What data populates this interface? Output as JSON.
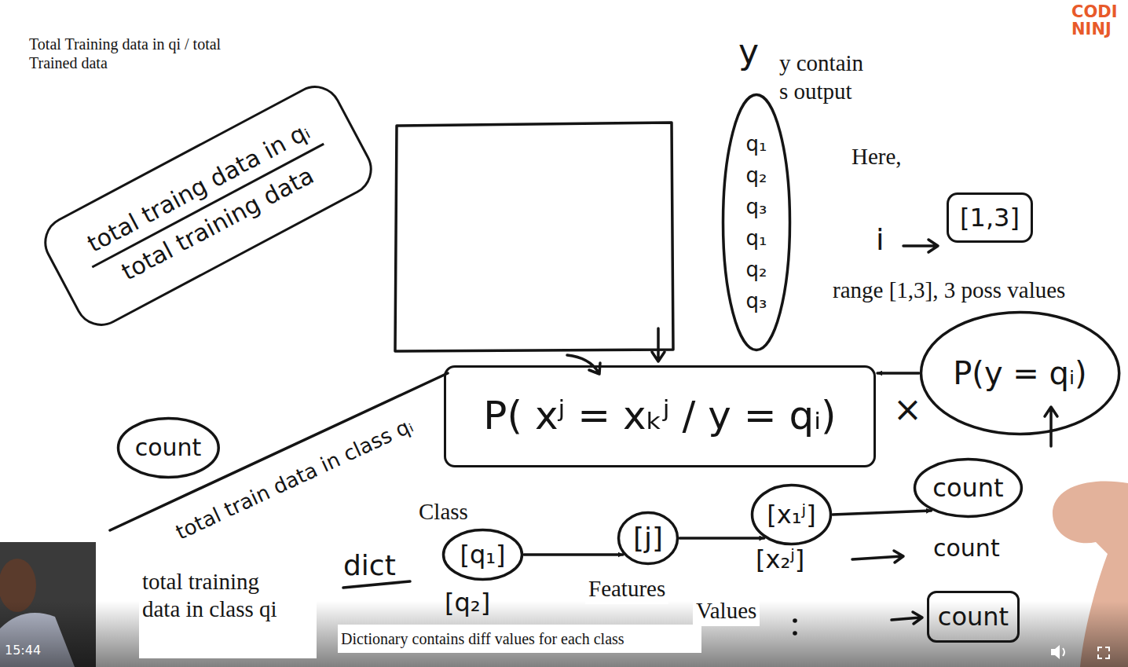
{
  "diagram": {
    "nodes": [
      {
        "text": [
          "total traing data in qᵢ",
          "total training data"
        ]
      },
      {
        "text": [
          "q₁",
          "q₂",
          "q₃",
          "q₁",
          "q₂",
          "q₃"
        ]
      },
      {
        "text": [
          "[1,3]"
        ]
      },
      {
        "text": [
          "P( xʲ = xₖʲ / y = qᵢ)"
        ]
      },
      {
        "text": [
          "P(y = qᵢ)"
        ]
      },
      {
        "text": [
          "count"
        ]
      },
      {
        "text": [
          "[q₁]"
        ]
      },
      {
        "text": [
          "[j]"
        ]
      },
      {
        "text": [
          "[x₁ʲ]"
        ]
      },
      {
        "text": [
          "count"
        ]
      },
      {
        "text": [
          "count"
        ]
      }
    ],
    "edges": [
      {
        "from": 4,
        "to": 3,
        "arrow": "to"
      },
      {
        "from": 6,
        "to": 7,
        "arrow": "to"
      },
      {
        "from": 7,
        "to": 8,
        "arrow": "to"
      },
      {
        "from": 8,
        "to": 9,
        "arrow": "to"
      }
    ],
    "labels": [
      "Total Training data in qi / total Trained data",
      "y",
      "y contain s output",
      "Here,",
      "i",
      "range [1,3], 3 poss values",
      "×",
      "total train data in class qᵢ",
      "Class",
      "dict",
      "Features",
      "[x₂ʲ]",
      "count",
      "Values",
      "total training data in class qi",
      "[q₂]",
      "Dictionary contains diff values for each class",
      "15:44",
      "CODI",
      "NINJ"
    ]
  }
}
